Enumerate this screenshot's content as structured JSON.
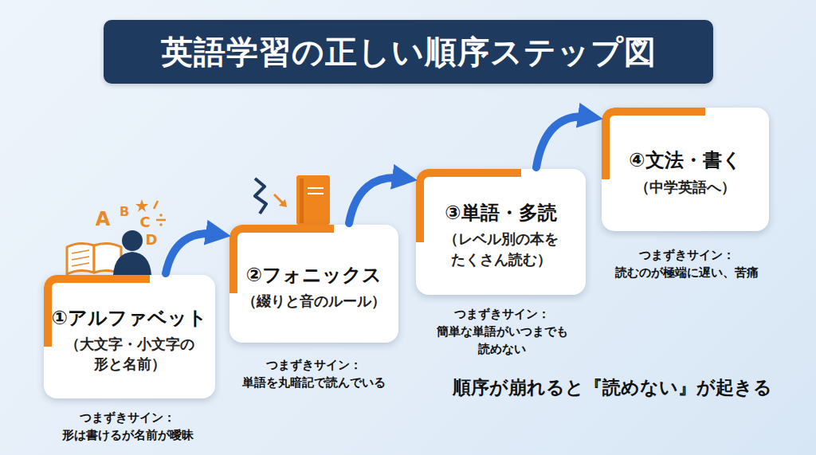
{
  "diagram": {
    "title": "英語学習の正しい順序ステップ図",
    "nodes": [
      {
        "text": [
          "①アルファベット",
          "（大文字・小文字の 形と名前）"
        ]
      },
      {
        "text": [
          "②フォニックス",
          "（綴りと音のルール）"
        ]
      },
      {
        "text": [
          "③単語・多読",
          "（レベル別の本を たくさん読む）"
        ]
      },
      {
        "text": [
          "④文法・書く",
          "（中学英語へ）"
        ]
      }
    ],
    "edges": [
      {
        "from": 0,
        "to": 1,
        "arrow": "to"
      },
      {
        "from": 1,
        "to": 2,
        "arrow": "to"
      },
      {
        "from": 2,
        "to": 3,
        "arrow": "to"
      }
    ],
    "labels": [
      "つまずきサイン： 形は書けるが名前が曖昧",
      "つまずきサイン： 単語を丸暗記で読んでいる",
      "つまずきサイン： 簡単な単語がいつまでも 読めない",
      "つまずきサイン： 読むのが極端に遅い、苦痛",
      "順序が崩れると『読めない』が起きる",
      "A",
      "B",
      "C",
      "D"
    ]
  }
}
